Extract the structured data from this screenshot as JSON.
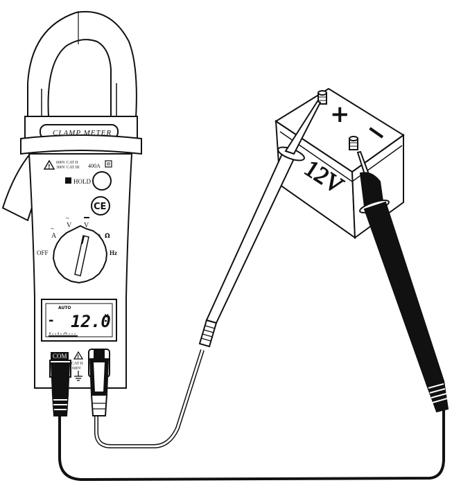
{
  "meter": {
    "label_plate": "CLAMP METER",
    "cat_line1": "600V CAT II",
    "cat_line2": "300V CAT III",
    "current_rating": "400A",
    "hold_label": "HOLD",
    "ce_mark": "CE",
    "dial": {
      "ac_amps": "A",
      "ac_volts": "V",
      "dc_volts": "V",
      "continuity_ohm": "Ω",
      "off": "OFF",
      "hz": "Hz"
    },
    "display": {
      "mode": "AUTO",
      "sign": "-",
      "reading": "12.0",
      "unit": "V",
      "scale_0": "0",
      "scale_5": "5",
      "scale_10": "10"
    },
    "jacks": {
      "com_label": "COM",
      "cat_label": "CAT II",
      "cat_voltage": "600V"
    }
  },
  "battery": {
    "voltage_label": "12V",
    "plus_terminal": "+",
    "minus_terminal": "−"
  },
  "colors": {
    "line": "#111111",
    "fill": "#ffffff",
    "black_probe": "#111111"
  }
}
